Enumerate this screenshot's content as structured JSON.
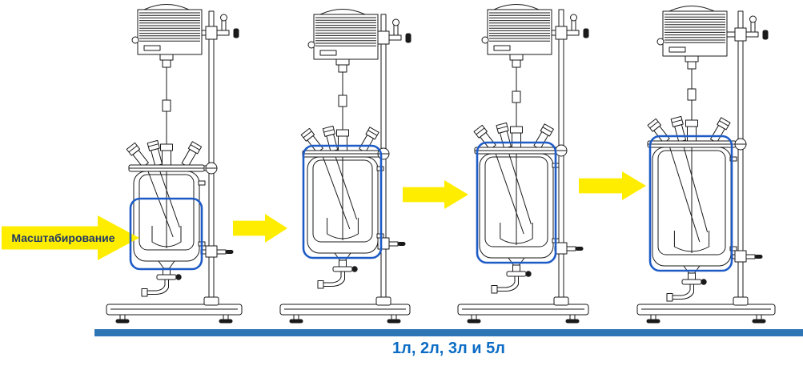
{
  "diagram": {
    "scaling_label": "Масштабирование",
    "caption": "1л, 2л, 3л и 5л",
    "reactors": [
      {
        "name": "reactor-scale-step-1"
      },
      {
        "name": "reactor-scale-step-2"
      },
      {
        "name": "reactor-scale-step-3"
      },
      {
        "name": "reactor-scale-step-4"
      }
    ],
    "colors": {
      "highlight": "#1e5bc6",
      "arrow": "#ffed00",
      "baseline_bar": "#2e75b6",
      "caption_text": "#0a6bc4",
      "label_text": "#1f3864",
      "line_art": "#1a1a1a"
    }
  }
}
